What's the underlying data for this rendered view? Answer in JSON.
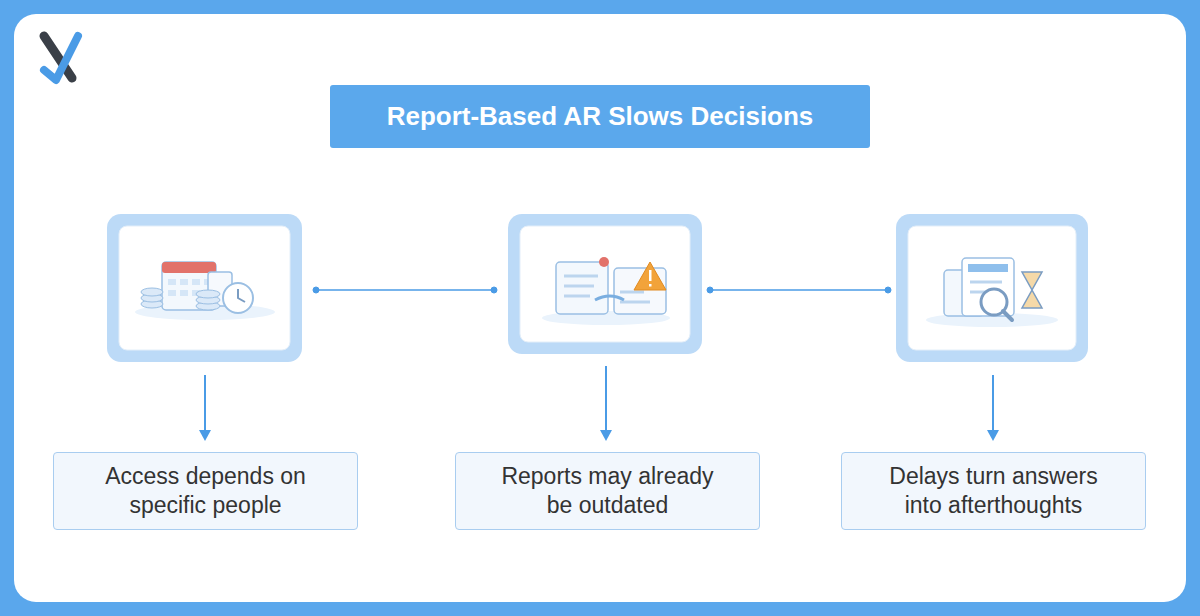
{
  "diagram": {
    "title": "Report-Based AR Slows Decisions",
    "nodes": [
      {
        "text": [
          "Access depends on specific people"
        ]
      },
      {
        "text": [
          "Reports may already be outdated"
        ]
      },
      {
        "text": [
          "Delays turn answers into afterthoughts"
        ]
      }
    ]
  }
}
